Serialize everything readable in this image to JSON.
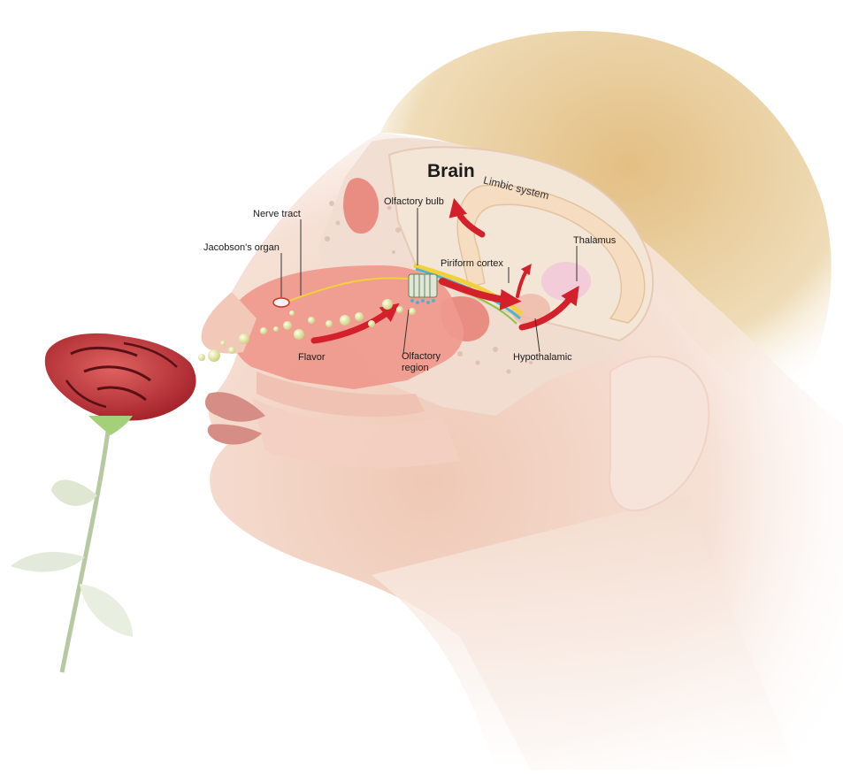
{
  "labels": {
    "brain": "Brain",
    "limbic_system": "Limbic system",
    "olfactory_bulb": "Olfactory bulb",
    "nerve_tract": "Nerve tract",
    "jacobsons_organ": "Jacobson's organ",
    "piriform_cortex": "Piriform cortex",
    "thalamus": "Thalamus",
    "flavor": "Flavor",
    "olfactory_region_line1": "Olfactory",
    "olfactory_region_line2": "region",
    "hypothalamic": "Hypothalamic"
  },
  "colors": {
    "skin": "#f3d6c8",
    "nasal_cavity": "#ef9a8e",
    "hair": "#e9c98e",
    "brain": "#f4e6d6",
    "limbic": "#f6dcc0",
    "rose": "#c9424a",
    "arrow": "#d3202a",
    "scent_particle": "#e4e8a4",
    "nerve_yellow": "#f2d03a",
    "nerve_blue": "#4fb3c9"
  }
}
